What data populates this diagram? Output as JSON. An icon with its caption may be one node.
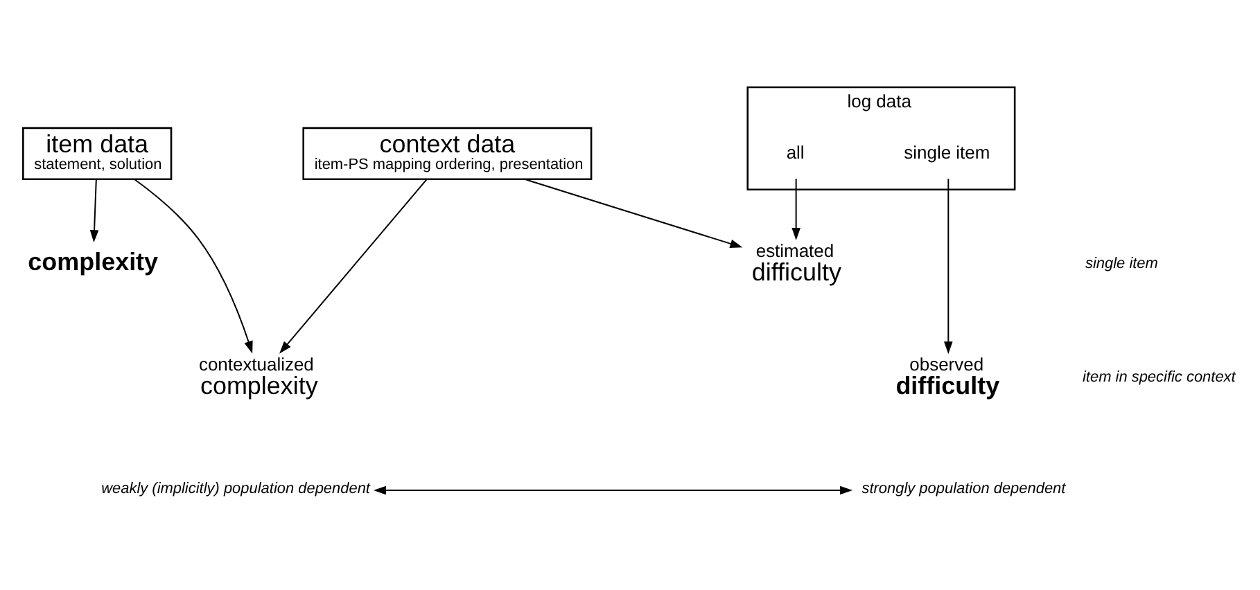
{
  "diagram": {
    "nodes": [
      {
        "text": [
          "item data",
          "statement, solution"
        ]
      },
      {
        "text": [
          "context data",
          "item-PS mapping ordering, presentation"
        ]
      },
      {
        "text": [
          "log data"
        ]
      },
      {
        "text": [
          "all"
        ],
        "in": 2
      },
      {
        "text": [
          "single item"
        ],
        "in": 2
      },
      {
        "text": [
          "complexity"
        ]
      },
      {
        "text": [
          "estimated",
          "difficulty"
        ]
      },
      {
        "text": [
          "contextualized",
          "complexity"
        ]
      },
      {
        "text": [
          "observed",
          "difficulty"
        ]
      },
      {
        "text": [
          "weakly (implicitly) population dependent"
        ]
      },
      {
        "text": [
          "strongly population dependent"
        ]
      }
    ],
    "edges": [
      {
        "from": 0,
        "to": 5,
        "arrow": "to"
      },
      {
        "from": 0,
        "to": 7,
        "arrow": "to"
      },
      {
        "from": 1,
        "to": 7,
        "arrow": "to"
      },
      {
        "from": 1,
        "to": 6,
        "arrow": "to"
      },
      {
        "from": 3,
        "to": 6,
        "arrow": "to"
      },
      {
        "from": 4,
        "to": 8,
        "arrow": "to"
      },
      {
        "from": 9,
        "to": 10,
        "arrow": "both"
      }
    ],
    "labels": [
      "single item",
      "item in specific context"
    ]
  }
}
